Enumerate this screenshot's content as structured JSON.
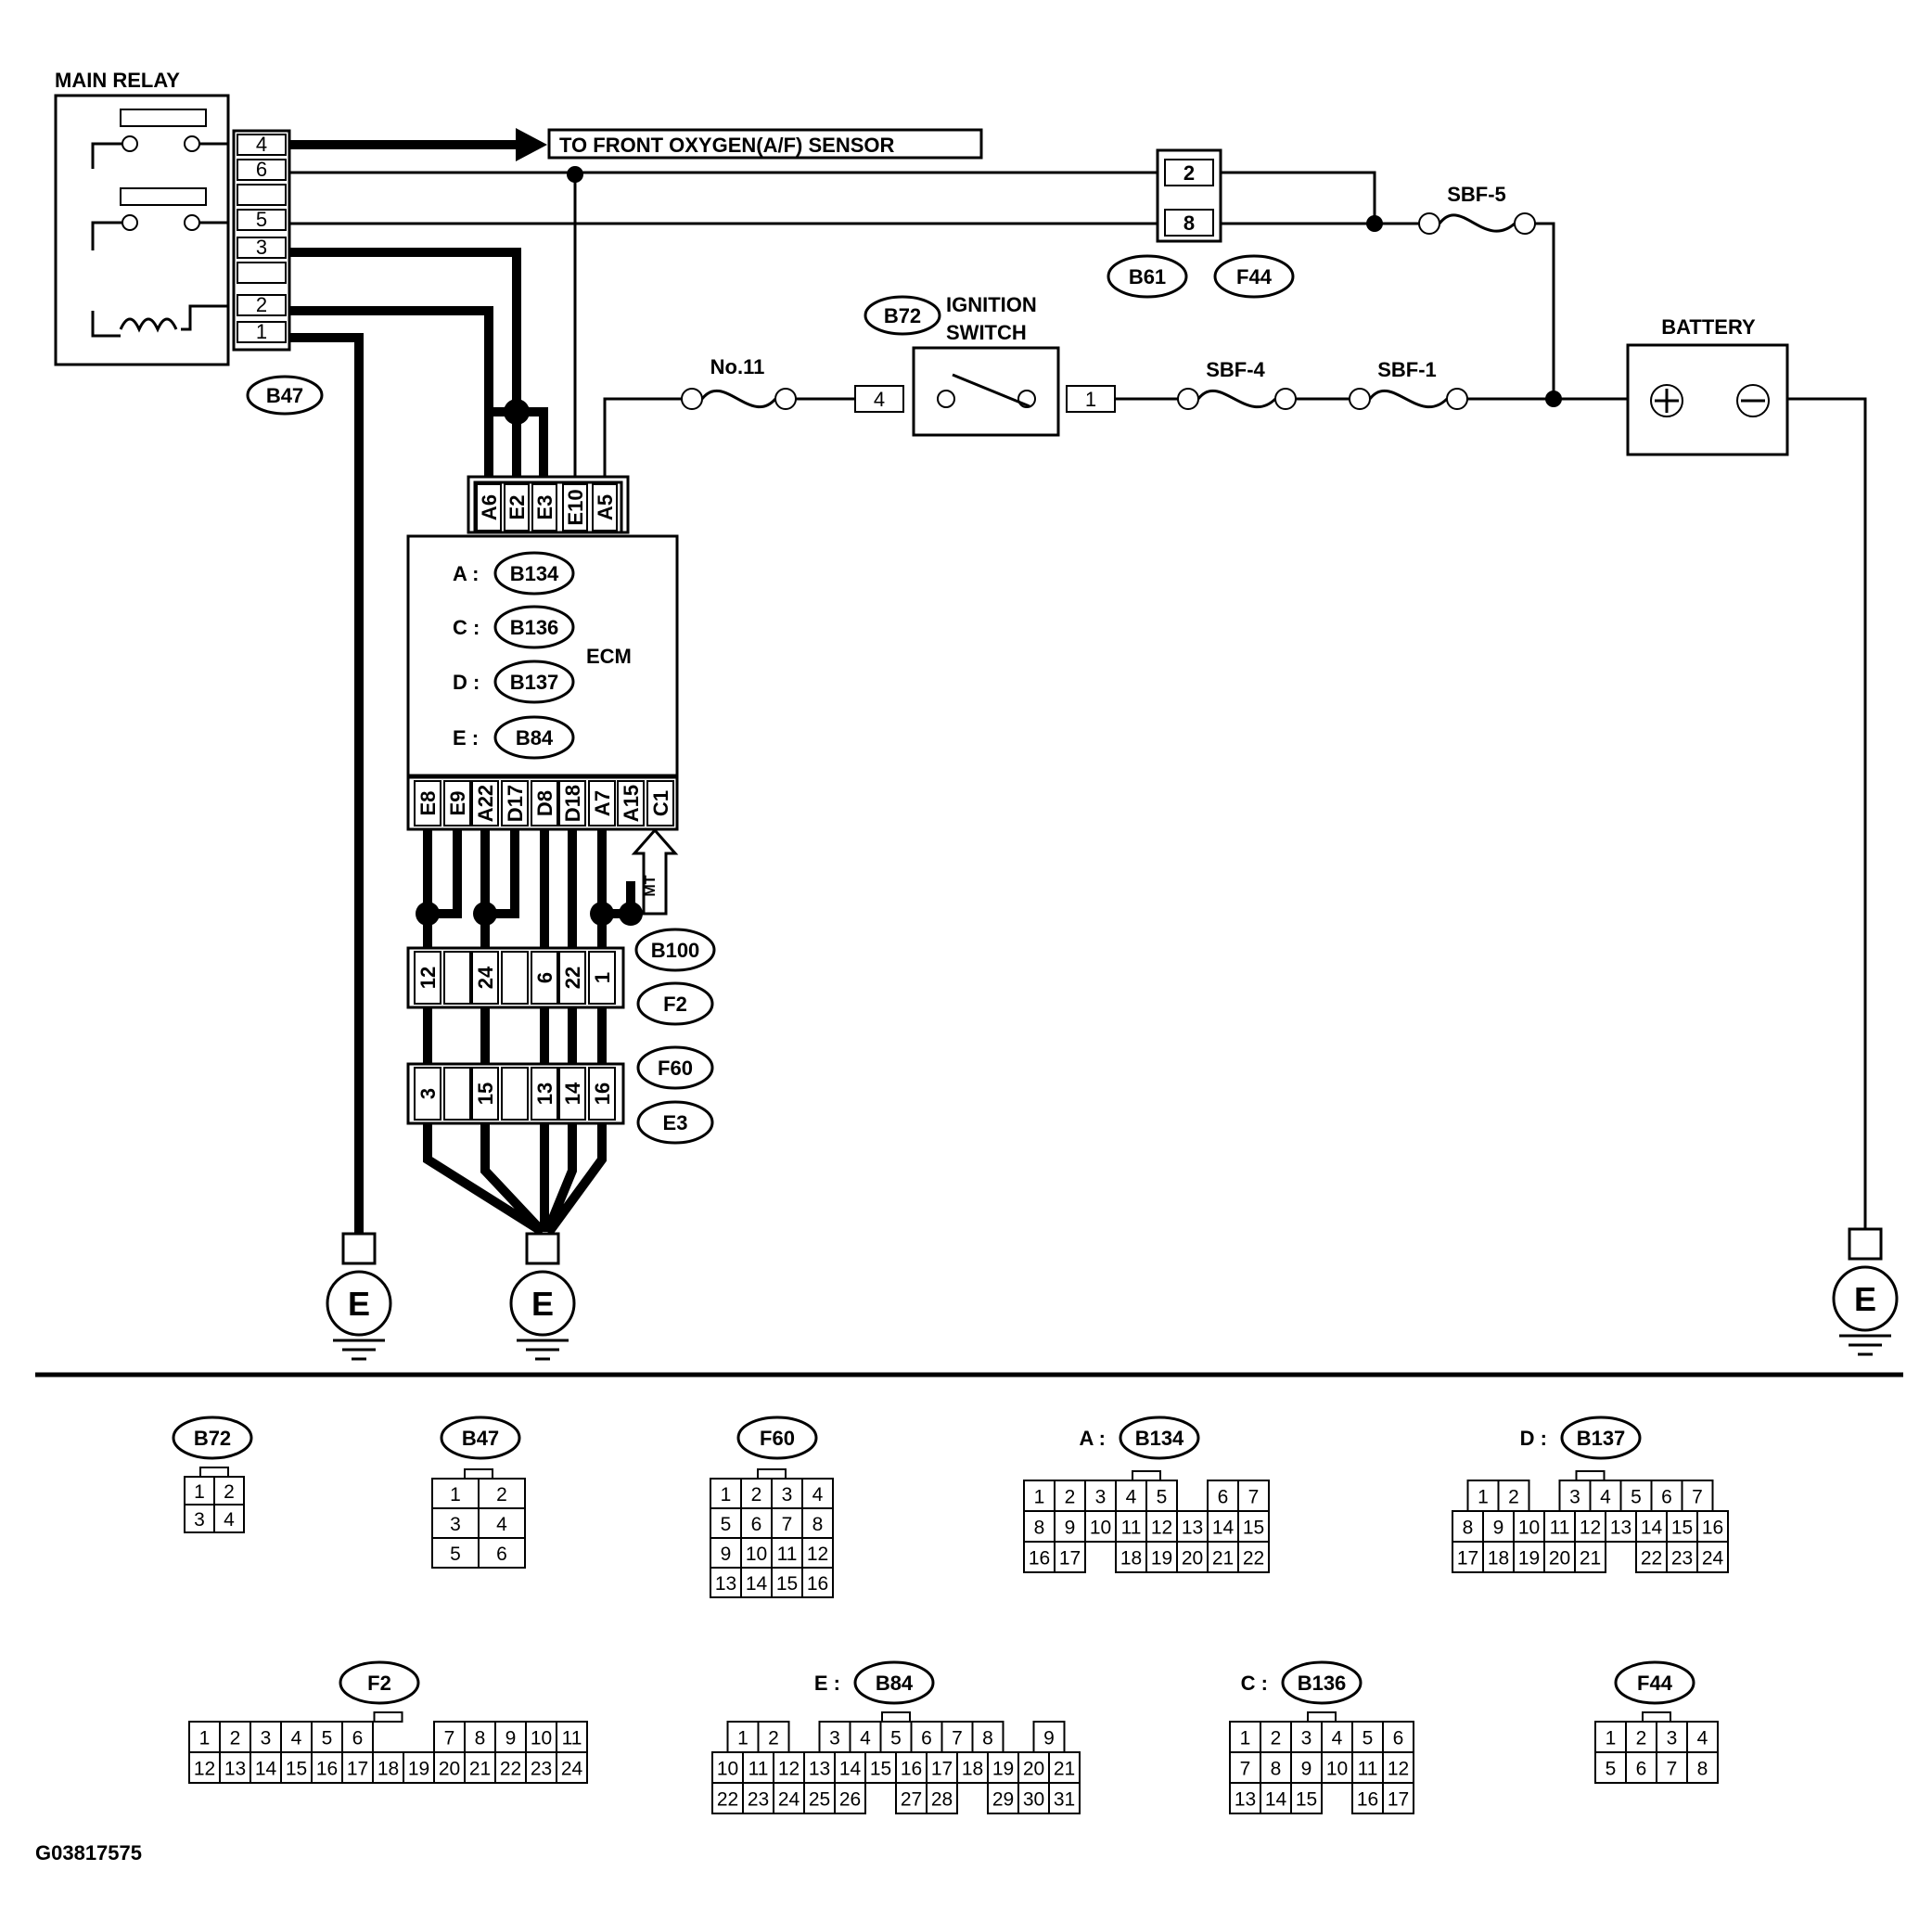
{
  "labels": {
    "main_relay": "MAIN RELAY",
    "to_front_oxygen": "TO FRONT OXYGEN(A/F) SENSOR",
    "ignition_switch_1": "IGNITION",
    "ignition_switch_2": "SWITCH",
    "battery": "BATTERY",
    "ecm": "ECM",
    "no11": "No.11",
    "sbf5": "SBF-5",
    "sbf4": "SBF-4",
    "sbf1": "SBF-1",
    "mt": "MT",
    "ground": "E",
    "figure_id": "G03817575"
  },
  "relay_pins": [
    "4",
    "6",
    "5",
    "3",
    "2",
    "1"
  ],
  "b61_pins": [
    "2",
    "8"
  ],
  "ign_pins": {
    "in": "4",
    "out": "1"
  },
  "tags": {
    "b47": "B47",
    "b61": "B61",
    "f44": "F44",
    "b72": "B72",
    "b100": "B100",
    "f2": "F2",
    "f60": "F60",
    "e3": "E3"
  },
  "ecm_connectors": [
    {
      "prefix": "A :",
      "tag": "B134"
    },
    {
      "prefix": "C :",
      "tag": "B136"
    },
    {
      "prefix": "D :",
      "tag": "B137"
    },
    {
      "prefix": "E :",
      "tag": "B84"
    }
  ],
  "ecm_top_pins": [
    "A6",
    "E2",
    "E3",
    "E10",
    "A5"
  ],
  "ecm_bottom_pins": [
    "E8",
    "E9",
    "A22",
    "D17",
    "D8",
    "D18",
    "A7",
    "A15",
    "C1"
  ],
  "b100_pins": [
    "12",
    "",
    "24",
    "",
    "6",
    "22",
    "1"
  ],
  "f60_pins": [
    "3",
    "",
    "15",
    "",
    "13",
    "14",
    "16"
  ],
  "connector_views": {
    "b72": {
      "prefix": "",
      "tag": "B72",
      "rows": [
        [
          "1",
          "2"
        ],
        [
          "3",
          "4"
        ]
      ]
    },
    "b47": {
      "prefix": "",
      "tag": "B47",
      "rows": [
        [
          "1",
          "2"
        ],
        [
          "3",
          "4"
        ],
        [
          "5",
          "6"
        ]
      ]
    },
    "f60": {
      "prefix": "",
      "tag": "F60",
      "rows": [
        [
          "1",
          "2",
          "3",
          "4"
        ],
        [
          "5",
          "6",
          "7",
          "8"
        ],
        [
          "9",
          "10",
          "11",
          "12"
        ],
        [
          "13",
          "14",
          "15",
          "16"
        ]
      ]
    },
    "b134": {
      "prefix": "A :",
      "tag": "B134",
      "rows": [
        [
          "1",
          "2",
          "3",
          "4",
          "5",
          "",
          "6",
          "7"
        ],
        [
          "8",
          "9",
          "10",
          "11",
          "12",
          "13",
          "14",
          "15"
        ],
        [
          "16",
          "17",
          "",
          "18",
          "19",
          "20",
          "21",
          "22"
        ]
      ]
    },
    "b137": {
      "prefix": "D :",
      "tag": "B137",
      "rows": [
        [
          "1",
          "2",
          "",
          "3",
          "4",
          "5",
          "6",
          "7"
        ],
        [
          "8",
          "9",
          "10",
          "11",
          "12",
          "13",
          "14",
          "15",
          "16"
        ],
        [
          "17",
          "18",
          "19",
          "20",
          "21",
          "",
          "22",
          "23",
          "24"
        ]
      ]
    },
    "f2": {
      "prefix": "",
      "tag": "F2",
      "rows": [
        [
          "1",
          "2",
          "3",
          "4",
          "5",
          "6",
          "",
          "",
          "7",
          "8",
          "9",
          "10",
          "11"
        ],
        [
          "12",
          "13",
          "14",
          "15",
          "16",
          "17",
          "18",
          "19",
          "20",
          "21",
          "22",
          "23",
          "24"
        ]
      ]
    },
    "b84": {
      "prefix": "E :",
      "tag": "B84",
      "rows": [
        [
          "1",
          "2",
          "",
          "3",
          "4",
          "5",
          "6",
          "7",
          "8",
          "",
          "9"
        ],
        [
          "10",
          "11",
          "12",
          "13",
          "14",
          "15",
          "16",
          "17",
          "18",
          "19",
          "20",
          "21"
        ],
        [
          "22",
          "23",
          "24",
          "25",
          "26",
          "",
          "27",
          "28",
          "",
          "29",
          "30",
          "31"
        ]
      ]
    },
    "b136": {
      "prefix": "C :",
      "tag": "B136",
      "rows": [
        [
          "1",
          "2",
          "3",
          "4",
          "5",
          "6"
        ],
        [
          "7",
          "8",
          "9",
          "10",
          "11",
          "12"
        ],
        [
          "13",
          "14",
          "15",
          "",
          "16",
          "17"
        ]
      ]
    },
    "f44": {
      "prefix": "",
      "tag": "F44",
      "rows": [
        [
          "1",
          "2",
          "3",
          "4"
        ],
        [
          "5",
          "6",
          "7",
          "8"
        ]
      ]
    }
  }
}
